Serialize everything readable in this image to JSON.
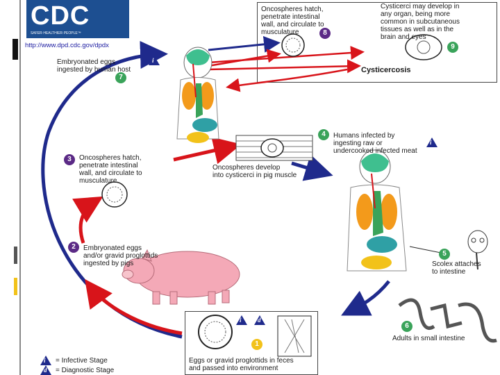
{
  "logo": {
    "text": "CDC",
    "tagline": "SAFER·HEALTHIER·PEOPLE™"
  },
  "url": "http://www.dpd.cdc.gov/dpdx",
  "colors": {
    "navy": "#1f2a8c",
    "red": "#d8141a",
    "green": "#3aa35a",
    "purple": "#5b2a86",
    "yellow": "#f2c21a",
    "pig": "#f4a9b7"
  },
  "steps": [
    {
      "number": "1",
      "text": "Eggs or gravid proglottids in feces\nand passed into environment",
      "color": "#f2c21a"
    },
    {
      "number": "2",
      "text": "Embryonated eggs\nand/or gravid proglottids\ningested by pigs",
      "color": "#5b2a86"
    },
    {
      "number": "3",
      "text": "Oncospheres hatch,\npenetrate intestinal\nwall, and circulate to\nmusculature",
      "color": "#5b2a86"
    },
    {
      "number": "4",
      "text": "Humans infected by\ningesting raw or\nundercooked infected meat",
      "color": "#3aa35a"
    },
    {
      "number": "5",
      "text": "Scolex attaches\nto intestine",
      "color": "#3aa35a"
    },
    {
      "number": "6",
      "text": "Adults in small intestine",
      "color": "#3aa35a"
    },
    {
      "number": "7",
      "text": "Embryonated eggs\ningested by human host",
      "color": "#3aa35a"
    },
    {
      "number": "8",
      "text": "Oncospheres hatch,\npenetrate intestinal\nwall, and circulate to\nmusculature",
      "color": "#5b2a86"
    },
    {
      "number": "9",
      "text": "Cysticerci may develop in\nany organ, being more\ncommon in subcutaneous\ntissues as well as in the\nbrain and eyes",
      "color": "#3aa35a"
    }
  ],
  "labels": {
    "pig_muscle": "Oncospheres develop\ninto cysticerci in pig muscle",
    "cysticercosis": "Cysticercosis"
  },
  "legend": {
    "infective_symbol": "i",
    "infective_label": "= Infective Stage",
    "diagnostic_symbol": "d",
    "diagnostic_label": "= Diagnostic Stage"
  }
}
